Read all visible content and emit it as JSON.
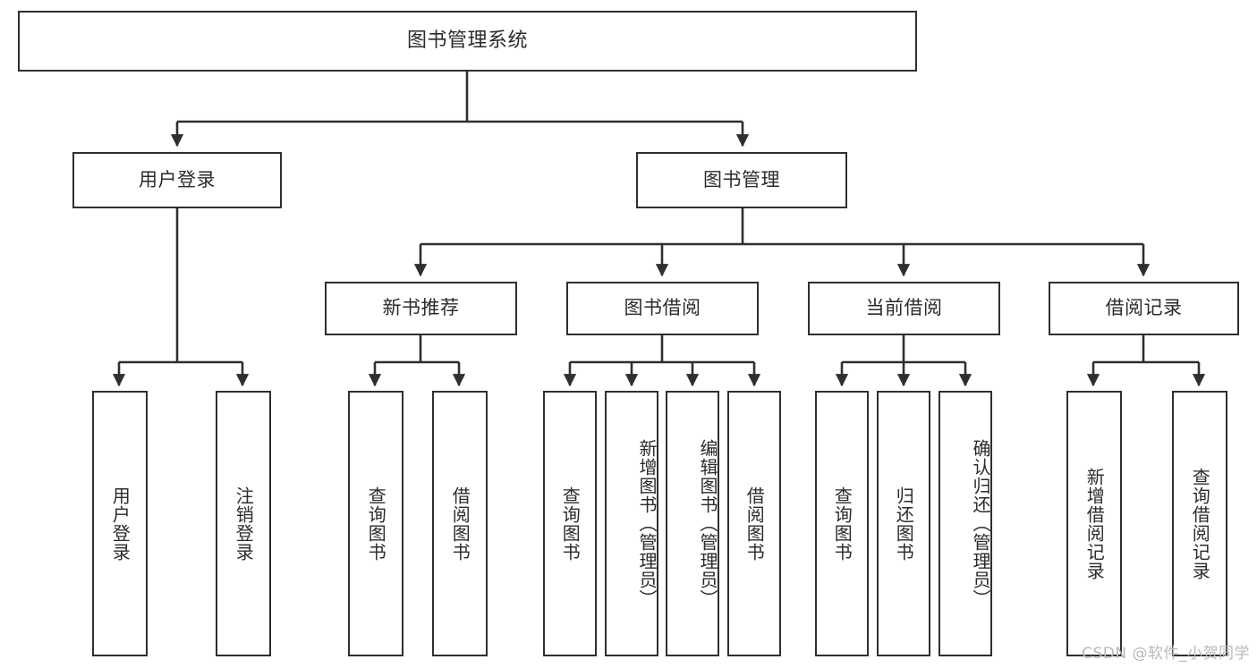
{
  "diagram": {
    "title": "图书管理系统",
    "type": "hierarchy-tree",
    "colors": {
      "box_border": "#2f2f2f",
      "box_fill": "#ffffff",
      "text": "#2b2b2b",
      "edge": "#2f2f2f",
      "watermark": "#b9b9b9",
      "background": "#ffffff"
    },
    "root": {
      "label": "图书管理系统"
    },
    "level2": [
      {
        "label": "用户登录"
      },
      {
        "label": "图书管理"
      }
    ],
    "level3": [
      {
        "label": "新书推荐"
      },
      {
        "label": "图书借阅"
      },
      {
        "label": "当前借阅"
      },
      {
        "label": "借阅记录"
      }
    ],
    "leaves": {
      "user_login": [
        {
          "label": "用户登录"
        },
        {
          "label": "注销登录"
        }
      ],
      "new_book_recommend": [
        {
          "label": "查询图书"
        },
        {
          "label": "借阅图书"
        }
      ],
      "book_borrow": [
        {
          "label": "查询图书"
        },
        {
          "label": "新增图书（管理员）"
        },
        {
          "label": "编辑图书（管理员）"
        },
        {
          "label": "借阅图书"
        }
      ],
      "current_borrow": [
        {
          "label": "查询图书"
        },
        {
          "label": "归还图书"
        },
        {
          "label": "确认归还（管理员）"
        }
      ],
      "borrow_record": [
        {
          "label": "新增借阅记录"
        },
        {
          "label": "查询借阅记录"
        }
      ]
    },
    "watermark": "CSDN @软件_小贺同学"
  }
}
